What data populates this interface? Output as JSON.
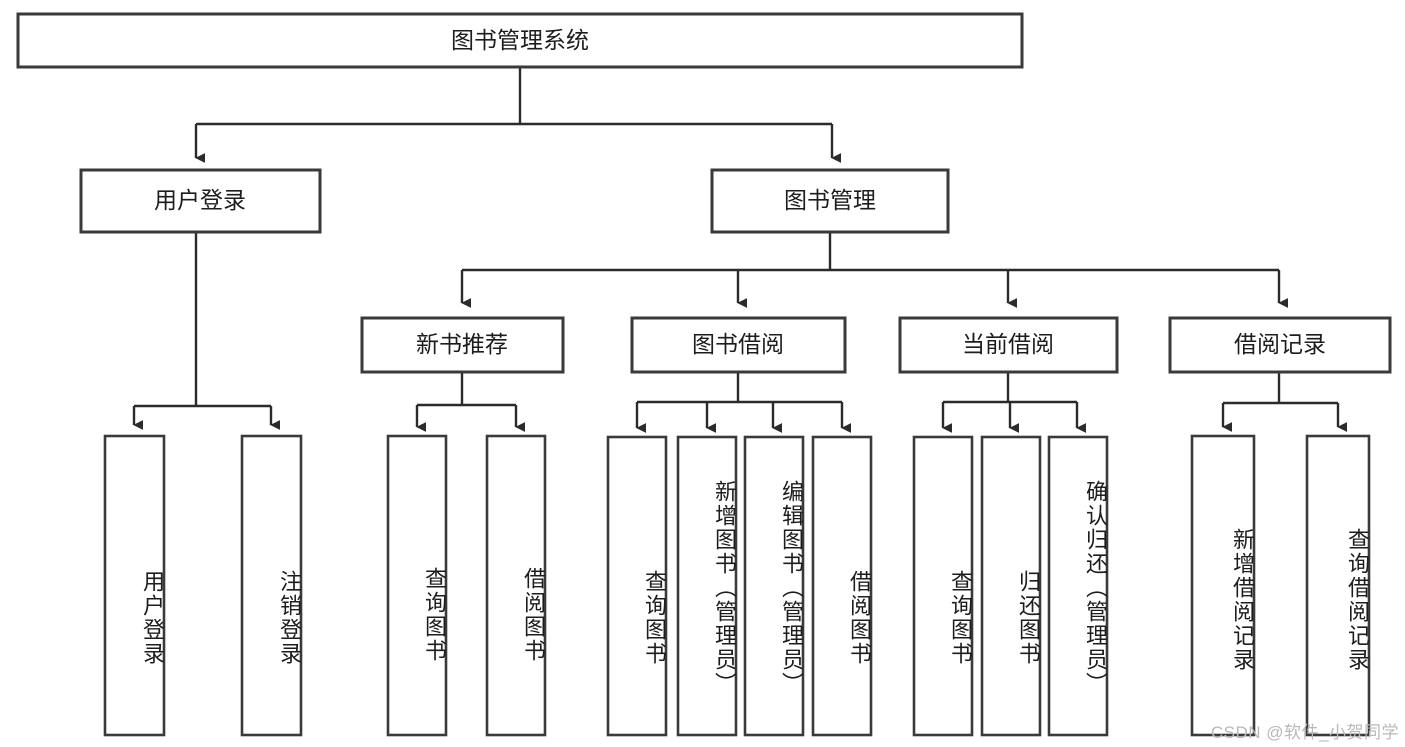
{
  "diagram": {
    "title": "图书管理系统",
    "watermark": "CSDN @软件_小贺同学",
    "colors": {
      "box_stroke": "#3a3a3a",
      "line": "#2b2b2b",
      "background": "#ffffff",
      "text": "#1d1d1d",
      "watermark": "#b9b9b9"
    },
    "root": {
      "label": "图书管理系统",
      "orientation": "horizontal"
    },
    "level1": [
      {
        "label": "用户登录",
        "orientation": "horizontal"
      },
      {
        "label": "图书管理",
        "orientation": "horizontal"
      }
    ],
    "level2": [
      {
        "label": "新书推荐",
        "orientation": "horizontal",
        "parent": "图书管理"
      },
      {
        "label": "图书借阅",
        "orientation": "horizontal",
        "parent": "图书管理"
      },
      {
        "label": "当前借阅",
        "orientation": "horizontal",
        "parent": "图书管理"
      },
      {
        "label": "借阅记录",
        "orientation": "horizontal",
        "parent": "图书管理"
      }
    ],
    "leaves": {
      "user_login": [
        {
          "label": "用户登录",
          "orientation": "vertical"
        },
        {
          "label": "注销登录",
          "orientation": "vertical"
        }
      ],
      "new_book_recommend": [
        {
          "label": "查询图书",
          "orientation": "vertical"
        },
        {
          "label": "借阅图书",
          "orientation": "vertical"
        }
      ],
      "book_borrow": [
        {
          "label": "查询图书",
          "orientation": "vertical"
        },
        {
          "label": "新增图书（管理员）",
          "orientation": "vertical"
        },
        {
          "label": "编辑图书（管理员）",
          "orientation": "vertical"
        },
        {
          "label": "借阅图书",
          "orientation": "vertical"
        }
      ],
      "current_borrow": [
        {
          "label": "查询图书",
          "orientation": "vertical"
        },
        {
          "label": "归还图书",
          "orientation": "vertical"
        },
        {
          "label": "确认归还（管理员）",
          "orientation": "vertical"
        }
      ],
      "borrow_record": [
        {
          "label": "新增借阅记录",
          "orientation": "vertical"
        },
        {
          "label": "查询借阅记录",
          "orientation": "vertical"
        }
      ]
    }
  }
}
